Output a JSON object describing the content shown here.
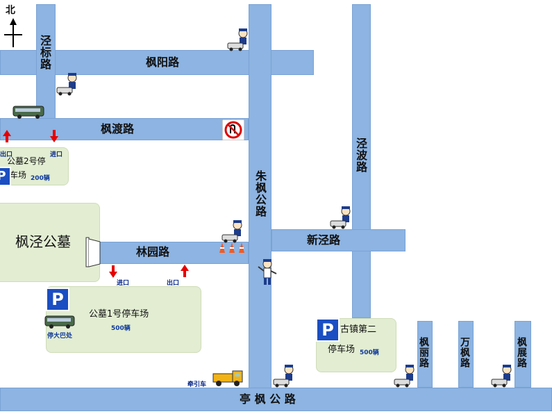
{
  "compass": {
    "north_label": "北"
  },
  "roads": {
    "fengyang": "枫阳路",
    "jingbiao": "泾标路",
    "fengdu": "枫渡路",
    "zhufeng": "朱枫公路",
    "jingbo": "泾波路",
    "xinjing": "新泾路",
    "linyuan": "林园路",
    "tingfeng": "亭 枫 公 路",
    "fengli": "枫丽路",
    "wanfeng": "万枫路",
    "fengzhan": "枫展路"
  },
  "places": {
    "cemetery": "枫泾公墓"
  },
  "parking": {
    "p_symbol": "P",
    "lot2": {
      "name_line1": "公墓2号停",
      "name_line2": "车场",
      "capacity": "200辆",
      "entry": "进口",
      "exit": "出口"
    },
    "lot1": {
      "name": "公墓1号停车场",
      "capacity": "500辆",
      "bus_note": "停大巴处",
      "entry": "进口",
      "exit": "出口"
    },
    "lot3": {
      "name_line1": "古镇第二",
      "name_line2": "停车场",
      "capacity": "500辆"
    }
  },
  "tow_truck_label": "牵引车"
}
